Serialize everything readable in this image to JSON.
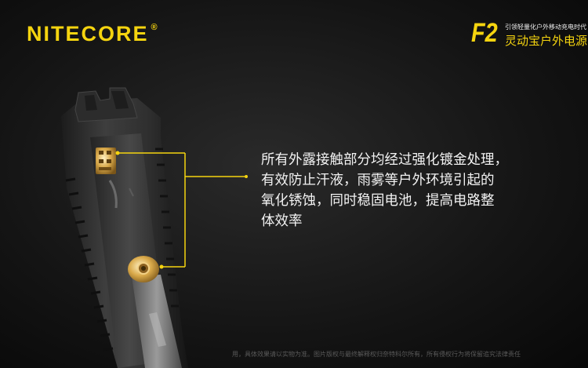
{
  "brand": {
    "name": "NITECORE",
    "registered": "®"
  },
  "product": {
    "model": "F2",
    "tagline_small": "引领轻量化户外移动充电时代",
    "tagline_big": "灵动宝户外电源"
  },
  "callout": {
    "lines": [
      "所有外露接触部分均经过强化镀金处理，",
      "有效防止汗液，雨雾等户外环境引起的",
      "氧化锈蚀，同时稳固电池，提高电路整",
      "体效率"
    ]
  },
  "footnote": "用，具体效果请以实物为准。图片版权与最终解释权归奈特科尔所有，所有侵权行为将保留追究法律责任",
  "colors": {
    "accent": "#f5d40f",
    "gold_contact": "#d9a94a",
    "body_dark": "#3a3a3a"
  }
}
